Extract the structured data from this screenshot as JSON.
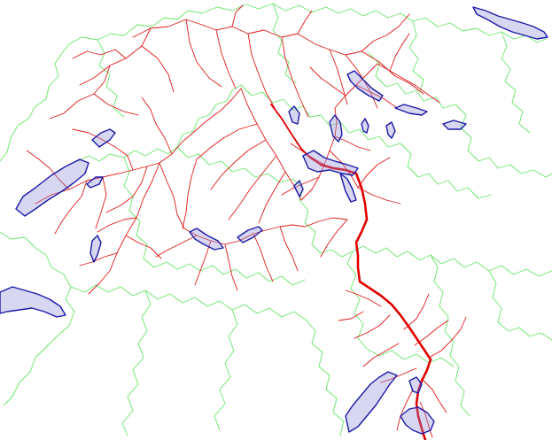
{
  "map": {
    "colors": {
      "background": "#ffffff",
      "boundary": "#66e666",
      "river": "#e01818",
      "main_river": "#e00000",
      "lake_stroke": "#1a1aa8",
      "lake_fill": "#8c8cd8"
    },
    "layers": [
      "catchment-boundaries",
      "river-network",
      "main-river",
      "lakes"
    ]
  }
}
